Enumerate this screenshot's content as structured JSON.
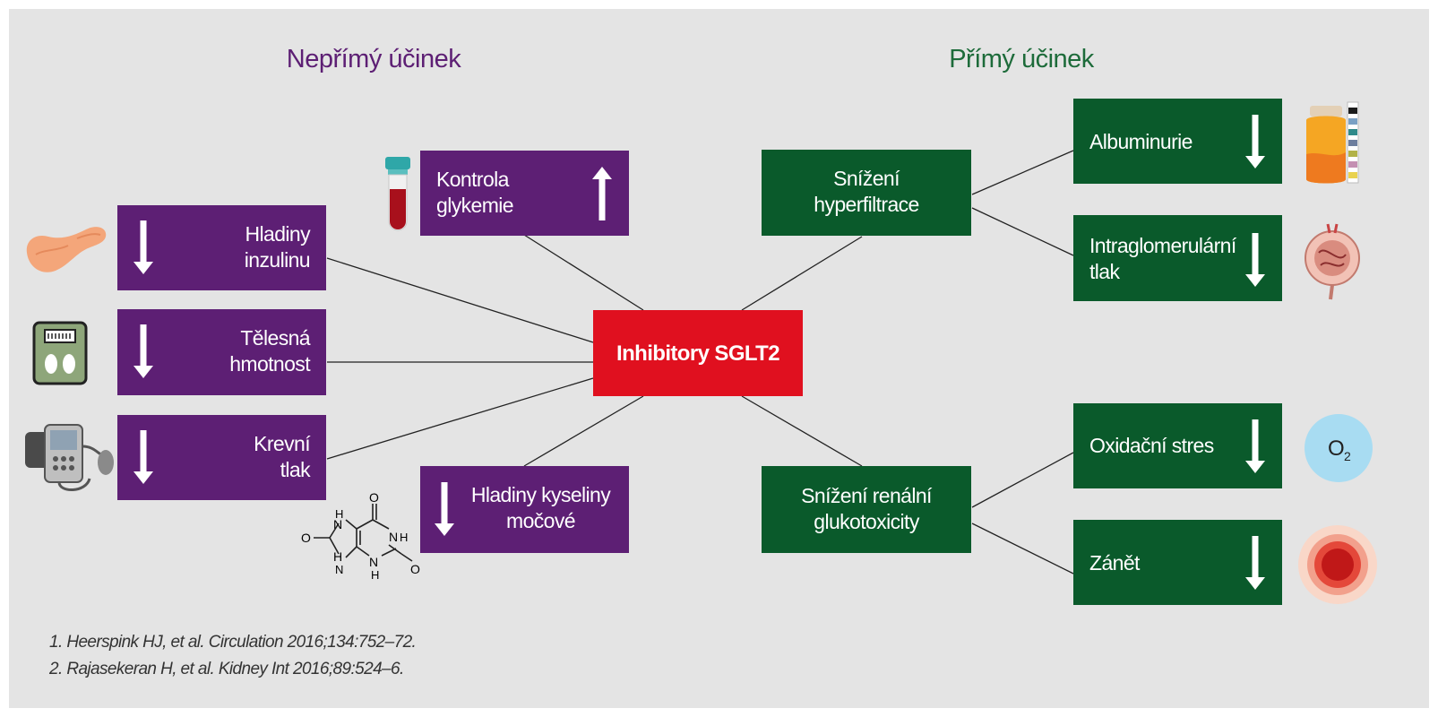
{
  "headings": {
    "indirect": "Nepřímý účinek",
    "direct": "Přímý účinek"
  },
  "center": "Inhibitory SGLT2",
  "indirect": {
    "glycemia": "Kontrola\nglykemie",
    "insulin": "Hladiny\ninzulinu",
    "weight": "Tělesná\nhmotnost",
    "bp": "Krevní\ntlak",
    "uric": "Hladiny kyseliny\nmočové"
  },
  "direct": {
    "hyperfiltration": "Snížení\nhyperfiltrace",
    "glucotox": "Snížení renální\nglukotoxicity",
    "albuminuria": "Albuminurie",
    "intraglom": "Intraglomerulární\ntlak",
    "oxidative": "Oxidační stres",
    "inflammation": "Zánět"
  },
  "icons": {
    "oxygen_symbol": "O",
    "oxygen_sub": "2",
    "uric_atoms": [
      "O",
      "H",
      "N",
      "H",
      "N",
      "O",
      "N",
      "H",
      "N",
      "H",
      "O"
    ]
  },
  "colors": {
    "purple": "#5d1f74",
    "green": "#0a5a2b",
    "red": "#e0101f",
    "heading_purple": "#5d1f74",
    "heading_green": "#1d6b3a"
  },
  "references": [
    "1. Heerspink HJ, et al. Circulation 2016;134:752–72.",
    "2. Rajasekeran H, et al. Kidney Int 2016;89:524–6."
  ]
}
